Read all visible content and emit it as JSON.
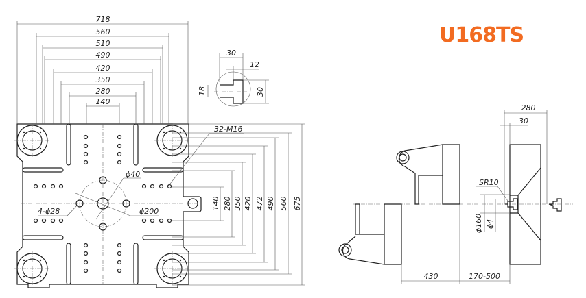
{
  "title": "U168TS",
  "colors": {
    "title": "#f26b21",
    "line": "#222222"
  },
  "platen_view": {
    "horizontal_dims": [
      "718",
      "560",
      "510",
      "490",
      "420",
      "350",
      "280",
      "140"
    ],
    "vertical_dims": [
      "140",
      "280",
      "350",
      "420",
      "472",
      "490",
      "560",
      "675"
    ],
    "callouts": {
      "threads": "32-M16",
      "center_hole": "ϕ40",
      "holes": "4-ϕ28",
      "pcd": "ϕ200"
    }
  },
  "slot_detail": {
    "width_total": "30",
    "width_head": "12",
    "neck": "18",
    "height": "30"
  },
  "side_view": {
    "mold_thickness": "280",
    "offset": "30",
    "sphere": "SR10",
    "locating_ring": "ϕ160",
    "nozzle_hole": "ϕ4",
    "stroke": "430",
    "mold_height_range": "170-500"
  }
}
